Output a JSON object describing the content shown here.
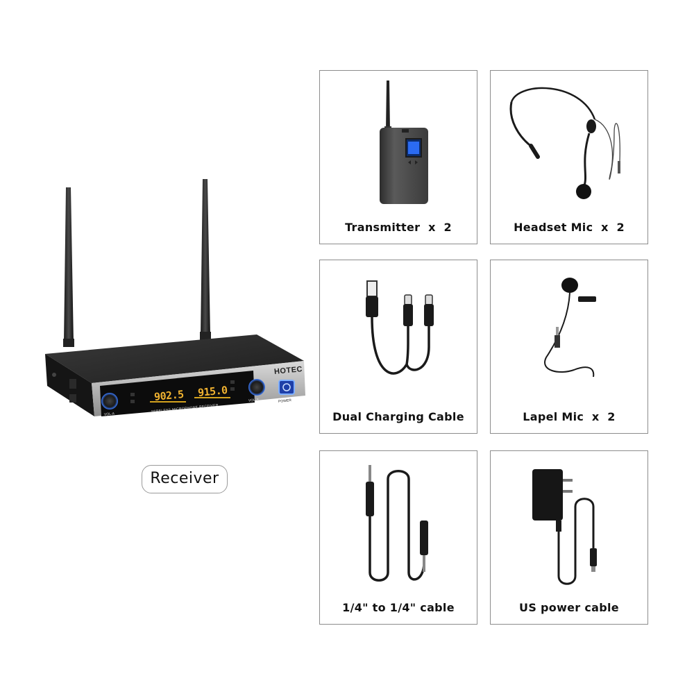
{
  "receiver": {
    "brand": "HOTEC",
    "freq_a": "902.5",
    "freq_b": "915.0",
    "panel_text": "WIRELESS MICROPHONE RECEIVER",
    "vol_a": "VOL-A",
    "vol_b": "VOL-B",
    "power": "POWER",
    "label": "Receiver"
  },
  "items": [
    {
      "label": "Transmitter  x  2",
      "icon": "bodypack-transmitter-icon"
    },
    {
      "label": "Headset Mic  x  2",
      "icon": "headset-mic-icon"
    },
    {
      "label": "Dual Charging Cable",
      "icon": "usb-y-cable-icon"
    },
    {
      "label": "Lapel Mic  x  2",
      "icon": "lapel-mic-icon"
    },
    {
      "label": "1/4\" to 1/4\" cable",
      "icon": "quarter-inch-cable-icon"
    },
    {
      "label": "US power cable",
      "icon": "power-adapter-icon"
    }
  ]
}
